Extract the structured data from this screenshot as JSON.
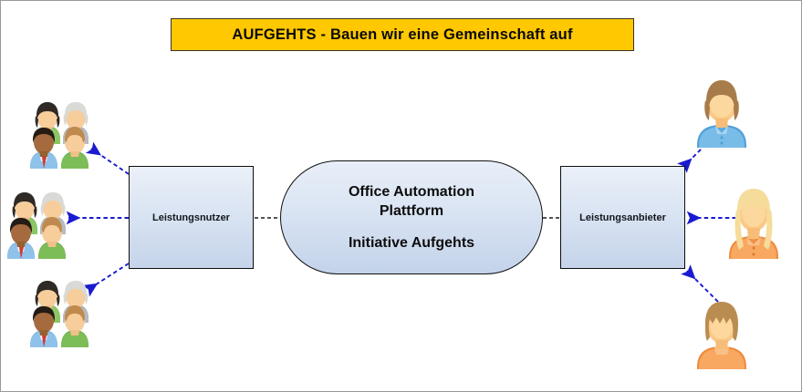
{
  "diagram": {
    "title": "AUFGEHTS - Bauen wir eine Gemeinschaft auf",
    "center_line_1": "Office Automation",
    "center_line_2": "Plattform",
    "center_line_3": "Initiative Aufgehts",
    "left_actor": "Leistungsnutzer",
    "right_actor": "Leistungsanbieter"
  },
  "colors": {
    "banner_fill": "#ffc800",
    "banner_border": "#3a3320",
    "box_fill_top": "#eaf0f8",
    "box_fill_bottom": "#c5d4ea",
    "box_border": "#0d0d0d",
    "connector": "#1a1ad0",
    "frame_border": "#999999",
    "canvas": "#ffffff"
  },
  "nodes": [
    {
      "id": "left-actor",
      "label": "Leistungsnutzer",
      "shape": "rectangle"
    },
    {
      "id": "platform",
      "label": "Office Automation Plattform Initiative Aufgehts",
      "shape": "stadium"
    },
    {
      "id": "right-actor",
      "label": "Leistungsanbieter",
      "shape": "rectangle"
    }
  ],
  "user_groups": [
    {
      "id": "user-group-top",
      "type": "group-of-four",
      "side": "left"
    },
    {
      "id": "user-group-middle",
      "type": "group-of-four",
      "side": "left"
    },
    {
      "id": "user-group-bottom",
      "type": "group-of-four",
      "side": "left"
    }
  ],
  "providers": [
    {
      "id": "provider-top",
      "type": "person",
      "hair": "brown-short",
      "shirt": "blue"
    },
    {
      "id": "provider-middle",
      "type": "person",
      "hair": "blonde-long",
      "shirt": "orange"
    },
    {
      "id": "provider-bottom",
      "type": "person",
      "hair": "brown-bob",
      "shirt": "orange"
    }
  ],
  "connectors": [
    {
      "from": "left-actor",
      "to": "user-group-top",
      "style": "dashed-arrow"
    },
    {
      "from": "left-actor",
      "to": "user-group-middle",
      "style": "dashed-arrow"
    },
    {
      "from": "left-actor",
      "to": "user-group-bottom",
      "style": "dashed-arrow"
    },
    {
      "from": "left-actor",
      "to": "platform",
      "style": "dashed-line"
    },
    {
      "from": "platform",
      "to": "right-actor",
      "style": "dashed-line"
    },
    {
      "from": "provider-top",
      "to": "right-actor",
      "style": "dashed-arrow"
    },
    {
      "from": "provider-middle",
      "to": "right-actor",
      "style": "dashed-arrow"
    },
    {
      "from": "provider-bottom",
      "to": "right-actor",
      "style": "dashed-arrow"
    }
  ]
}
